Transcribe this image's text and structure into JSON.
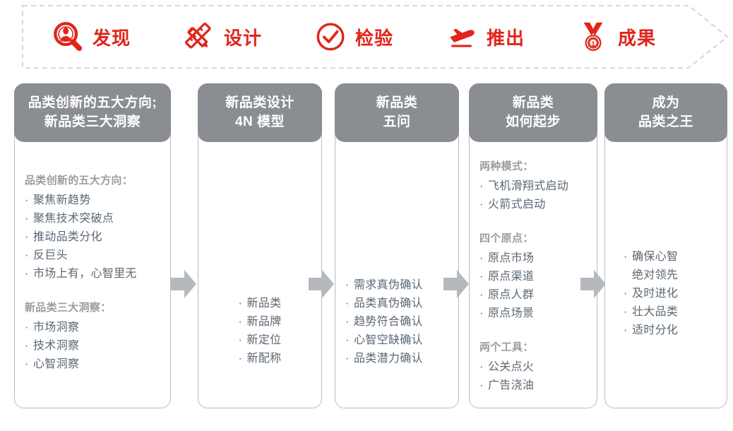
{
  "banner": {
    "phases": [
      {
        "icon": "magnifier-person-icon",
        "label": "发现"
      },
      {
        "icon": "ruler-pencil-icon",
        "label": "设计"
      },
      {
        "icon": "check-circle-icon",
        "label": "检验"
      },
      {
        "icon": "airplane-takeoff-icon",
        "label": "推出"
      },
      {
        "icon": "medal-first-place-icon",
        "label": "成果"
      }
    ]
  },
  "colors": {
    "accent_red": "#e1251b",
    "header_gray": "#8a8d91",
    "card_border": "#b9bcc0",
    "group_title_gray": "#9a9da1",
    "list_text": "#5b6773",
    "arrow_gray": "#b5b8bd"
  },
  "cards": [
    {
      "title_line1": "品类创新的五大方向;",
      "title_line2": "新品类三大洞察",
      "align": "left",
      "groups": [
        {
          "title": "品类创新的五大方向：",
          "items": [
            "聚焦新趋势",
            "聚焦技术突破点",
            "推动品类分化",
            "反巨头",
            "市场上有，心智里无"
          ]
        },
        {
          "title": "新品类三大洞察：",
          "items": [
            "市场洞察",
            "技术洞察",
            "心智洞察"
          ]
        }
      ]
    },
    {
      "title_line1": "新品类设计",
      "title_line2": "4N 模型",
      "align": "center",
      "groups": [
        {
          "title": "",
          "items": [
            "新品类",
            "新品牌",
            "新定位",
            "新配称"
          ]
        }
      ]
    },
    {
      "title_line1": "新品类",
      "title_line2": "五问",
      "align": "left",
      "groups": [
        {
          "title": "",
          "items": [
            "需求真伪确认",
            "品类真伪确认",
            "趋势符合确认",
            "心智空缺确认",
            "品类潜力确认"
          ]
        }
      ]
    },
    {
      "title_line1": "新品类",
      "title_line2": "如何起步",
      "align": "left",
      "groups": [
        {
          "title": "两种模式：",
          "items": [
            "飞机滑翔式启动",
            "火箭式启动"
          ]
        },
        {
          "title": "四个原点：",
          "items": [
            "原点市场",
            "原点渠道",
            "原点人群",
            "原点场景"
          ]
        },
        {
          "title": "两个工具：",
          "items": [
            "公关点火",
            "广告浇油"
          ]
        }
      ]
    },
    {
      "title_line1": "成为",
      "title_line2": "品类之王",
      "align": "left",
      "groups": [
        {
          "title": "",
          "items": [
            "确保心智\n绝对领先",
            "及时进化",
            "壮大品类",
            "适时分化"
          ]
        }
      ]
    }
  ],
  "connectors": {
    "count": 4,
    "icon": "right-arrow-icon"
  }
}
